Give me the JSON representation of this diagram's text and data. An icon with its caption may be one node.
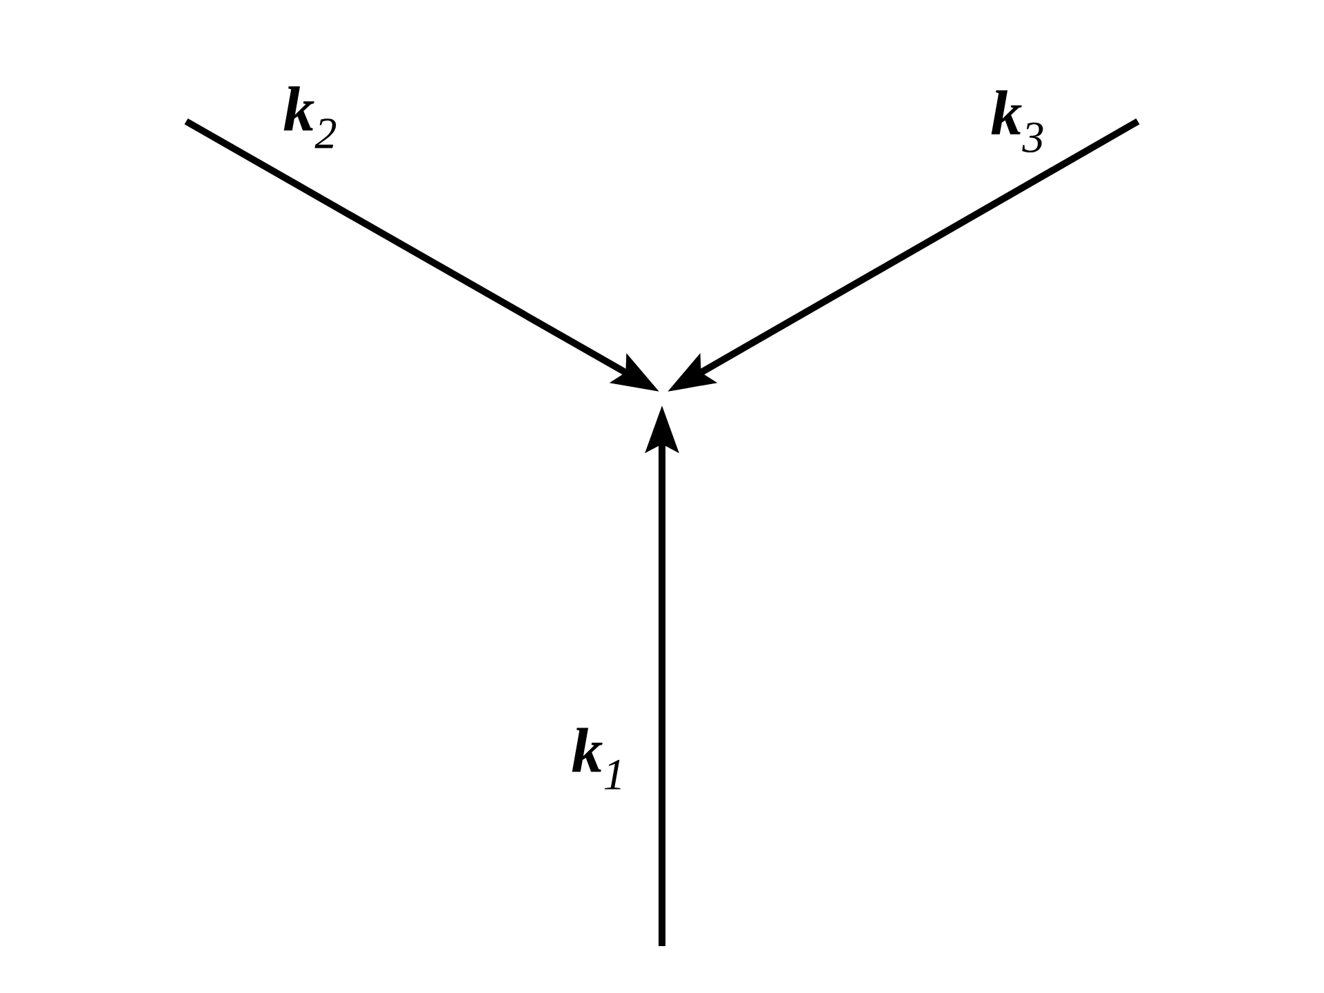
{
  "diagram": {
    "labels": [
      "**k**$_{2}$",
      "**k**$_{3}$",
      "**k**$_{1}$"
    ]
  }
}
